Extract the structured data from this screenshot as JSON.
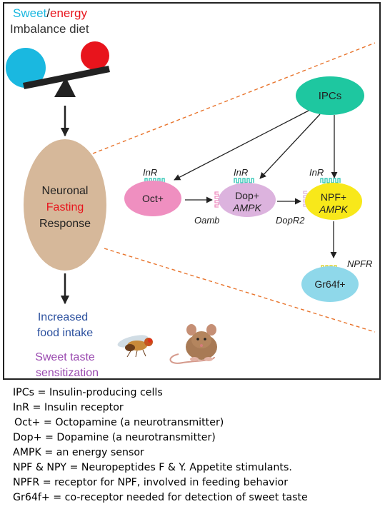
{
  "diagram": {
    "title": {
      "sweet": "Sweet",
      "slash": "/",
      "energy": "energy",
      "line2": "Imbalance diet"
    },
    "response": {
      "line1": "Neuronal",
      "line2": "Fasting",
      "line3": "Response"
    },
    "outcomes": {
      "intake_line1": "Increased",
      "intake_line2": "food intake",
      "taste_line1": "Sweet taste",
      "taste_line2": "sensitization"
    },
    "nodes": {
      "ipcs": "IPCs",
      "oct": "Oct+",
      "dop_line1": "Dop+",
      "dop_line2": "AMPK",
      "npf_line1": "NPF+",
      "npf_line2": "AMPK",
      "gr64f": "Gr64f+"
    },
    "receptors": {
      "inr_1": "InR",
      "inr_2": "InR",
      "inr_3": "InR",
      "oamb": "Oamb",
      "dopr2": "DopR2",
      "npfr": "NPFR"
    },
    "colors": {
      "sweet": "#1ab8e0",
      "energy": "#e8141c",
      "ipcs": "#1ec7a0",
      "oct": "#ef8fc0",
      "dop": "#dcb3de",
      "npf": "#f8e81a",
      "gr64f": "#8fd8ea",
      "response": "#d6b89a",
      "intake_text": "#2a4f9e",
      "taste_text": "#9a4ab0",
      "dashed": "#e8732b",
      "receptor_inr": "#24c4b0",
      "receptor_oamb": "#ef8fc0",
      "receptor_dopr2": "#dcb3de",
      "receptor_npfr": "#d7cc1a"
    },
    "icons": [
      "fruit-fly-icon",
      "mouse-icon"
    ]
  },
  "legend": [
    "IPCs = Insulin-producing cells",
    "InR = Insulin receptor",
    "Oct+ = Octopamine (a neurotransmitter)",
    "Dop+ = Dopamine (a neurotransmitter)",
    "AMPK = an energy sensor",
    "NPF & NPY = Neuropeptides F & Y. Appetite stimulants.",
    "NPFR = receptor for NPF, involved in feeding behavior",
    "Gr64f+ = co-receptor needed for detection of sweet taste"
  ]
}
